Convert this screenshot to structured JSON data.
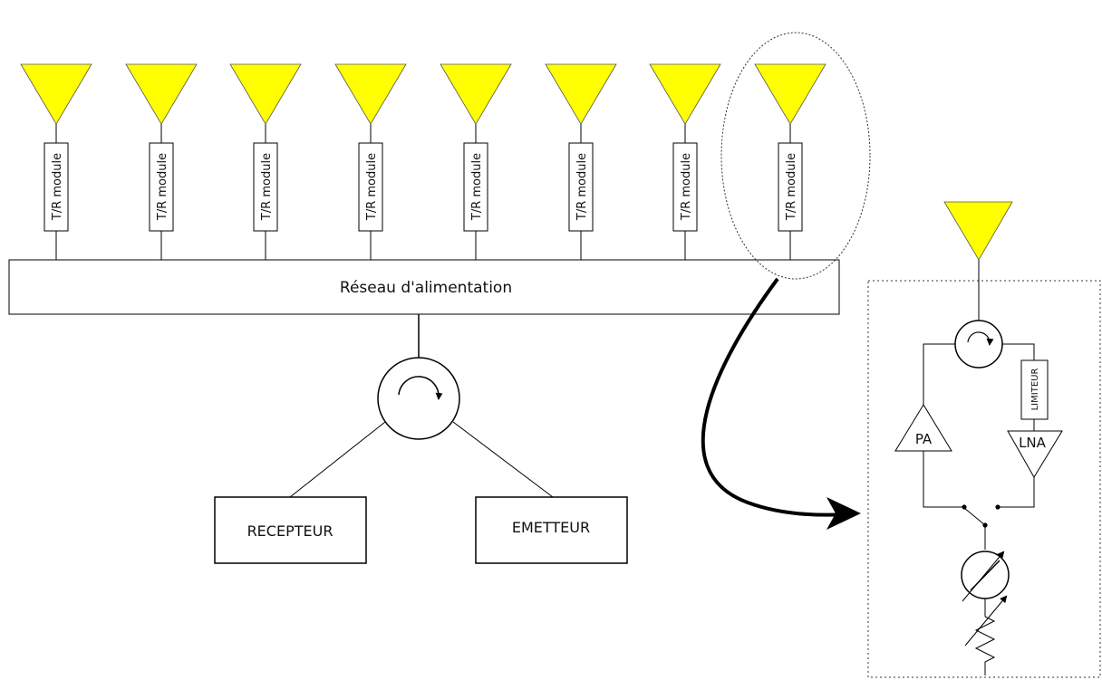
{
  "colors": {
    "antenna_fill": "#ffff00",
    "stroke": "#000000"
  },
  "icons": {
    "antenna": "yellow-triangle-antenna-icon",
    "circulator": "circulator-icon",
    "phase_shifter": "phase-shifter-icon",
    "attenuator": "variable-attenuator-icon",
    "switch": "spdt-switch-icon"
  },
  "array": {
    "element_count": 8,
    "module_label": "T/R module",
    "feed_network_label": "Réseau d'alimentation"
  },
  "receiver_label": "RECEPTEUR",
  "transmitter_label": "EMETTEUR",
  "detail": {
    "pa_label": "PA",
    "lna_label": "LNA",
    "limiter_label": "LIMITEUR"
  }
}
